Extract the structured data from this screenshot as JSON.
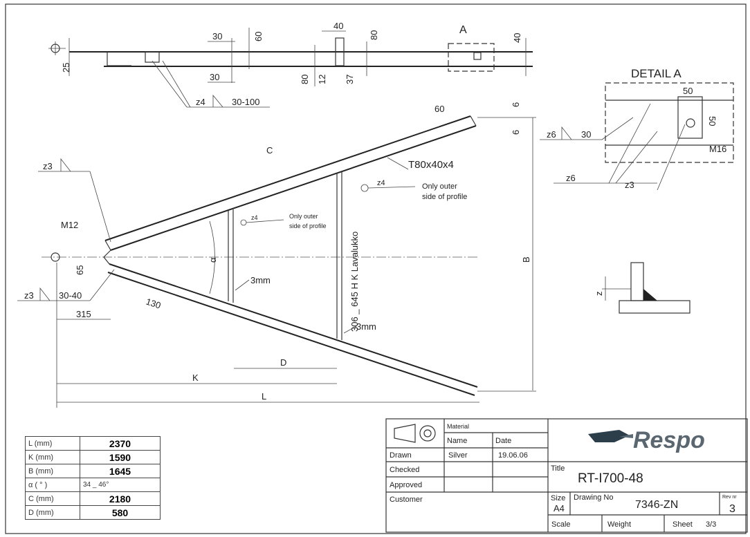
{
  "views": {
    "top": {
      "dims": [
        "25",
        "30",
        "60",
        "30",
        "40",
        "80",
        "80",
        "12",
        "37",
        "40"
      ],
      "section_label": "A",
      "weld": {
        "code": "z4",
        "length": "30-100"
      }
    },
    "main": {
      "profile": "T80x40x4",
      "dim_60": "60",
      "dim_6a": "6",
      "dim_6b": "6",
      "weld_top_left": "z3",
      "bolt_upper": "M12",
      "dim_65": "65",
      "weld_bottom_left": {
        "code": "z3",
        "length": "30-40"
      },
      "dim_130": "130",
      "dim_315": "315",
      "angle": "α",
      "upper_beam": "C",
      "note1": {
        "code": "z4",
        "text_line1": "Only outer",
        "text_line2": "side of profile"
      },
      "note2": {
        "code": "z4",
        "text_line1": "Only outer",
        "text_line2": "side of profile"
      },
      "web_3mm_a": "3mm",
      "web_3mm_b": "3mm",
      "vertical_label": "306 _ 645  H  K Lavalukko",
      "dim_D": "D",
      "dim_K": "K",
      "dim_L": "L",
      "dim_B": "B"
    },
    "detail": {
      "title": "DETAIL A",
      "dim_50a": "50",
      "dim_50b": "50",
      "bolt": "M16",
      "weld_z6_top": {
        "code": "z6",
        "length": "30"
      },
      "weld_z6_bottom": "z6",
      "weld_z3": "z3"
    },
    "weld_symbol": {
      "label": "z"
    }
  },
  "dimension_table": [
    {
      "label": "L (mm)",
      "value": "2370"
    },
    {
      "label": "K (mm)",
      "value": "1590"
    },
    {
      "label": "B (mm)",
      "value": "1645"
    },
    {
      "label": "α ( ° )",
      "value": "34 _ 46°"
    },
    {
      "label": "C (mm)",
      "value": "2180"
    },
    {
      "label": "D (mm)",
      "value": "580"
    }
  ],
  "title_block": {
    "material_label": "Material",
    "name_label": "Name",
    "date_label": "Date",
    "drawn_label": "Drawn",
    "drawn_name": "Silver",
    "drawn_date": "19.06.06",
    "checked_label": "Checked",
    "approved_label": "Approved",
    "customer_label": "Customer",
    "logo_text": "Respo",
    "title_label": "Title",
    "title": "RT-I700-48",
    "size_label": "Size",
    "size": "A4",
    "drawing_no_label": "Drawing No",
    "drawing_no": "7346-ZN",
    "rev_label": "Rev nr",
    "rev": "3",
    "scale_label": "Scale",
    "weight_label": "Weight",
    "sheet_label": "Sheet",
    "sheet": "3/3"
  }
}
